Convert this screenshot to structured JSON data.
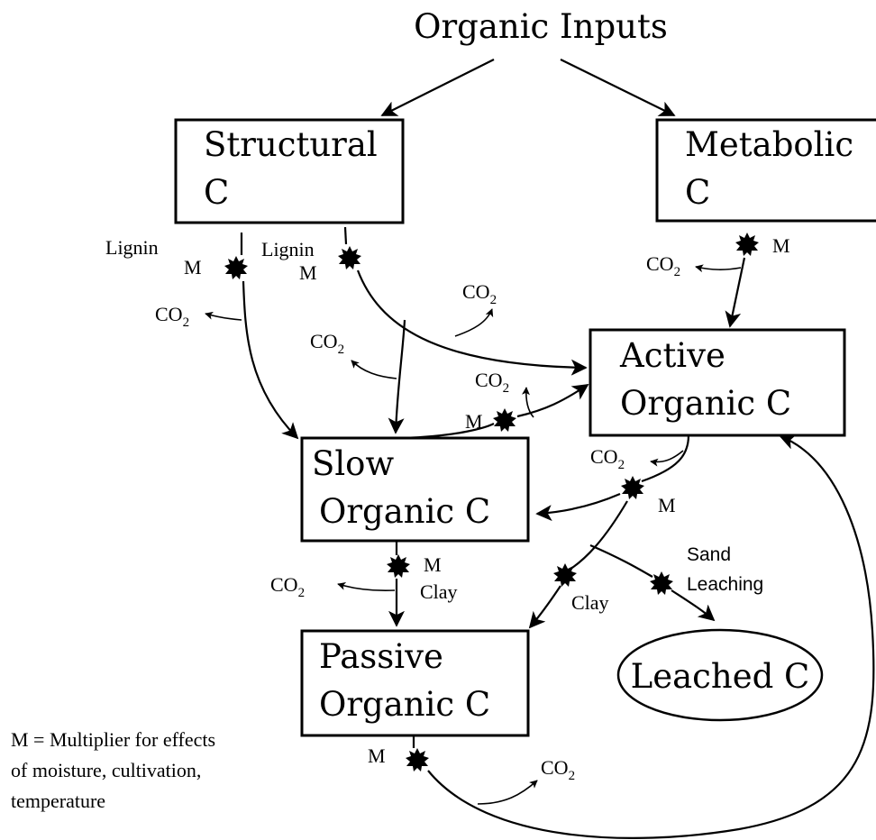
{
  "title": "Organic Inputs",
  "pools": {
    "structural": {
      "line1": "Structural",
      "line2": "C"
    },
    "metabolic": {
      "line1": "Metabolic",
      "line2": "C"
    },
    "active": {
      "line1": "Active",
      "line2": "Organic C"
    },
    "slow": {
      "line1": "Slow",
      "line2": "Organic C"
    },
    "passive": {
      "line1": "Passive",
      "line2": "Organic C"
    },
    "leached": {
      "label": "Leached C"
    }
  },
  "labels": {
    "co2_main": "CO",
    "co2_sub": "2",
    "multiplier": "M",
    "lignin": "Lignin",
    "clay": "Clay",
    "sand": "Sand",
    "leaching": "Leaching"
  },
  "legend": {
    "line1": "M = Multiplier for effects",
    "line2": "of moisture, cultivation,",
    "line3": "temperature"
  }
}
